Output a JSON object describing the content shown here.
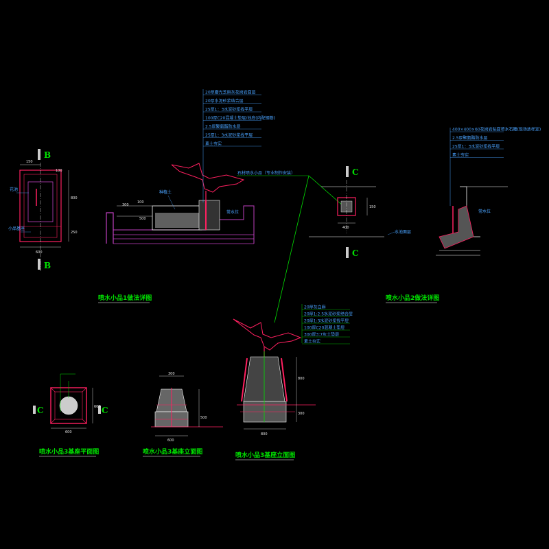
{
  "colors": {
    "background": "#000000",
    "line": "#ffffff",
    "accent": "#ff2060",
    "magenta": "#c040c0",
    "leader": "#00e000",
    "label": "#4aa3ff",
    "title": "#00e000"
  },
  "detail1": {
    "title": "喷水小品1做法详图",
    "layers": [
      "20厚磨光芝麻灰花岗岩面层",
      "20厚水泥砂浆结合层",
      "25厚1：3水泥砂浆找平层",
      "100厚C20混凝土垫层/池底(内配钢筋)",
      "2.5厚聚氨酯防水层",
      "25厚1：3水泥砂浆找平层",
      "素土夯实"
    ],
    "feature_label": "石材喷水小品（专业制作安装）",
    "soil_label": "种植土",
    "water_label": "常水位"
  },
  "plan1": {
    "label_planter": "花池",
    "label_feature": "小品基座",
    "section_letter": "B"
  },
  "detail2": {
    "title": "喷水小品2做法详图",
    "layers": [
      "400×400×60花岗岩贴面喷水石雕(现场放样定)",
      "2.5厚聚氨酯防水层",
      "25厚1：3水泥砂浆找平层",
      "素土夯实"
    ],
    "section_letter": "C",
    "water_label": "常水位",
    "edge_label": "水池面层"
  },
  "detail3": {
    "layers": [
      "20厚灰白麻",
      "20厚1:2.5水泥砂浆结合层",
      "20厚1:3水泥砂浆找平层",
      "100厚C20混凝土垫层",
      "300厚3:7灰土垫层",
      "素土夯实"
    ],
    "plan_title": "喷水小品3基座平面图",
    "elev_title": "喷水小品3基座立面图",
    "section_title": "喷水小品3基座立面图",
    "section_letter": "C"
  },
  "dims": {
    "d150": "150",
    "d600": "600",
    "d500": "500",
    "d400": "400",
    "d300": "300",
    "d100": "100",
    "d250": "250",
    "d800": "800"
  }
}
